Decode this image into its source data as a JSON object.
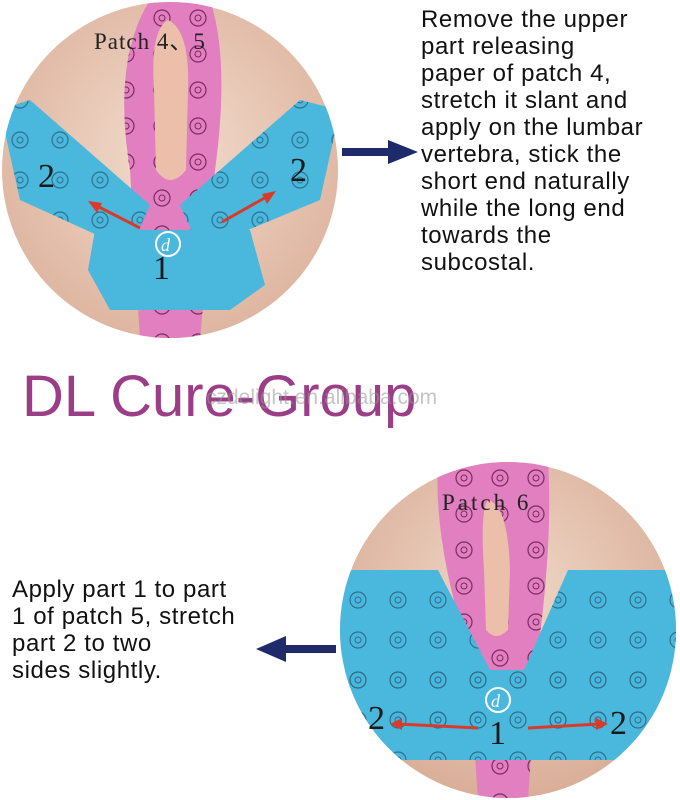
{
  "top_panel": {
    "patch_label": "Patch 4、5",
    "left_number": "2",
    "right_number": "2",
    "center_number": "1",
    "instruction": "Remove the upper\npart  releasing\npaper of patch 4,\nstretch it slant and\napply on the lumbar\nvertebra, stick the\nshort end naturally\nwhile the long end\ntowards the\nsubcostal."
  },
  "brand": {
    "name": "DL Cure-Group",
    "watermark": "czdelight.en.alibaba.com"
  },
  "bottom_panel": {
    "patch_label": "Patch 6",
    "left_number": "2",
    "right_number": "2",
    "center_number": "1",
    "instruction": "Apply part 1 to part\n1 of patch 5, stretch\npart 2 to two\nsides slightly."
  },
  "colors": {
    "skin": "#e9c8b4",
    "pink_tape": "#e27fc0",
    "blue_tape": "#4ab8dc",
    "brand": "#9c3d87",
    "arrow_navy": "#1f2a6b",
    "arrow_red": "#d93a2a"
  },
  "icons": [
    "arrow-right-icon",
    "arrow-left-icon",
    "logo-mark-icon"
  ]
}
